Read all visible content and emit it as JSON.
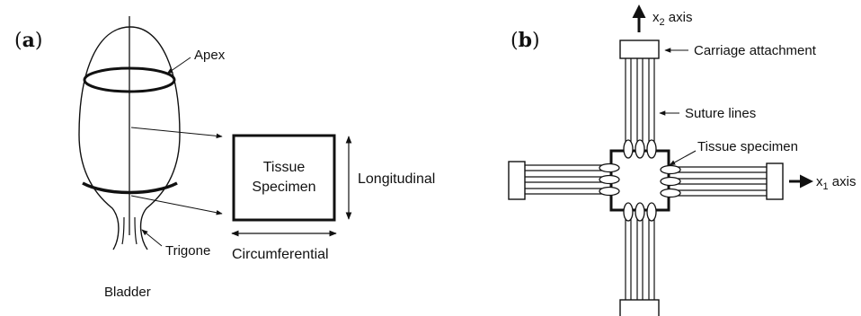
{
  "panel_a": {
    "label_open": "(",
    "label_letter": "a",
    "label_close": ")",
    "apex": "Apex",
    "tissue_line1": "Tissue",
    "tissue_line2": "Specimen",
    "longitudinal": "Longitudinal",
    "trigone": "Trigone",
    "circumferential": "Circumferential",
    "bladder": "Bladder"
  },
  "panel_b": {
    "label_open": "(",
    "label_letter": "b",
    "label_close": ")",
    "x2_main": "x",
    "x2_sub": "2",
    "x2_rest": " axis",
    "carriage": "Carriage attachment",
    "suture": "Suture lines",
    "tissue": "Tissue specimen",
    "x1_main": "x",
    "x1_sub": "1",
    "x1_rest": " axis"
  }
}
